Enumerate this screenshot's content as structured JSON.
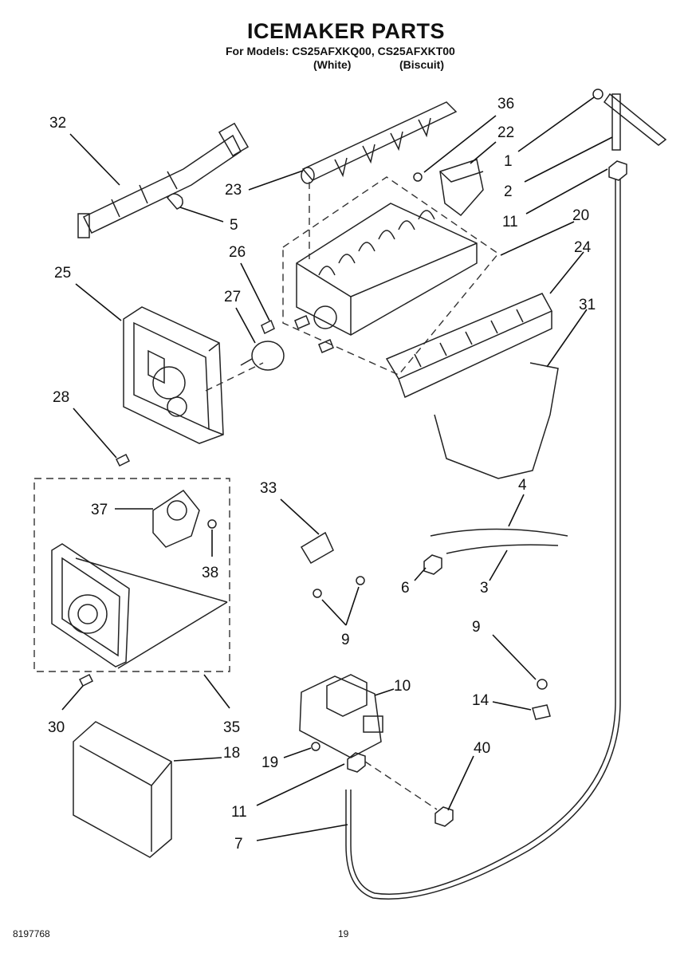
{
  "header": {
    "title": "ICEMAKER PARTS",
    "models_line": "For Models: CS25AFXKQ00, CS25AFXKT00",
    "color_white": "(White)",
    "color_biscuit": "(Biscuit)"
  },
  "footer": {
    "doc_number": "8197768",
    "page_number": "19"
  },
  "callouts": [
    {
      "id": "c32",
      "label": "32"
    },
    {
      "id": "c5",
      "label": "5"
    },
    {
      "id": "c23",
      "label": "23"
    },
    {
      "id": "c36",
      "label": "36"
    },
    {
      "id": "c22",
      "label": "22"
    },
    {
      "id": "c1",
      "label": "1"
    },
    {
      "id": "c2",
      "label": "2"
    },
    {
      "id": "c11a",
      "label": "11"
    },
    {
      "id": "c20",
      "label": "20"
    },
    {
      "id": "c24",
      "label": "24"
    },
    {
      "id": "c25",
      "label": "25"
    },
    {
      "id": "c26",
      "label": "26"
    },
    {
      "id": "c27",
      "label": "27"
    },
    {
      "id": "c31",
      "label": "31"
    },
    {
      "id": "c28",
      "label": "28"
    },
    {
      "id": "c33",
      "label": "33"
    },
    {
      "id": "c4",
      "label": "4"
    },
    {
      "id": "c37",
      "label": "37"
    },
    {
      "id": "c38",
      "label": "38"
    },
    {
      "id": "c6",
      "label": "6"
    },
    {
      "id": "c3",
      "label": "3"
    },
    {
      "id": "c9a",
      "label": "9"
    },
    {
      "id": "c9b",
      "label": "9"
    },
    {
      "id": "c10",
      "label": "10"
    },
    {
      "id": "c14",
      "label": "14"
    },
    {
      "id": "c30",
      "label": "30"
    },
    {
      "id": "c35",
      "label": "35"
    },
    {
      "id": "c18",
      "label": "18"
    },
    {
      "id": "c40",
      "label": "40"
    },
    {
      "id": "c19",
      "label": "19"
    },
    {
      "id": "c11b",
      "label": "11"
    },
    {
      "id": "c7",
      "label": "7"
    }
  ]
}
